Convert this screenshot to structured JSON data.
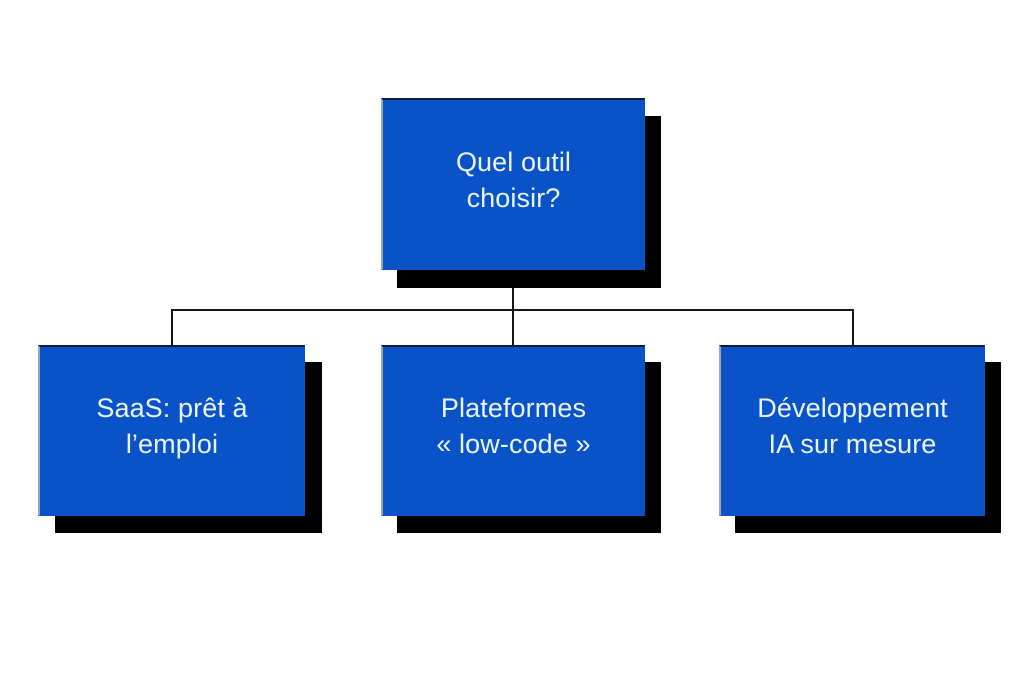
{
  "diagram": {
    "type": "tree",
    "background_color": "#ffffff",
    "node_fill_color": "#0a52c8",
    "node_text_color": "#eaf5fc",
    "shadow_color": "#000000",
    "connector_color": "#14161c",
    "root": {
      "label": "Quel outil\nchoisir?",
      "lines": [
        "Quel outil",
        "choisir?"
      ]
    },
    "children": [
      {
        "label": "SaaS: prêt à\nl’emploi",
        "lines": [
          "SaaS: prêt à",
          "l’emploi"
        ]
      },
      {
        "label": "Plateformes\n« low-code »",
        "lines": [
          "Plateformes",
          "« low-code »"
        ]
      },
      {
        "label": "Développement\nIA sur mesure",
        "lines": [
          "Développement",
          "IA sur mesure"
        ]
      }
    ]
  }
}
